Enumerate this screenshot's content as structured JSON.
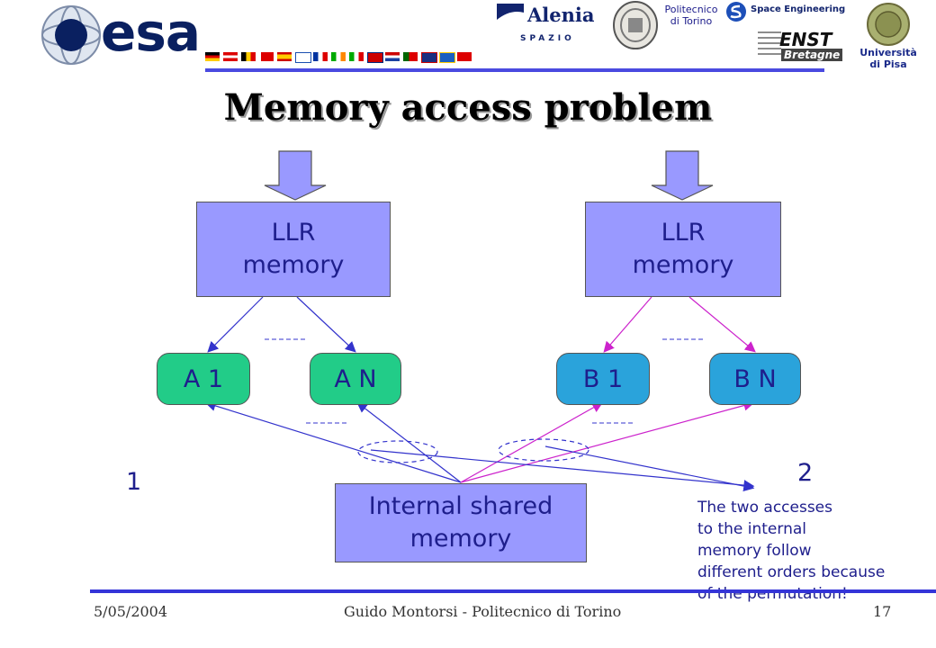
{
  "header": {
    "esa_logo_text": "esa",
    "alenia_text": "Alenia",
    "spazio_text": "SPAZIO",
    "polito_line1": "Politecnico",
    "polito_line2": "di Torino",
    "space_eng_text": "Space Engineering",
    "enst_text": "ENST",
    "bretagne_text": "Bretagne",
    "pisa_line1": "Università",
    "pisa_line2": "di Pisa"
  },
  "slide": {
    "title": "Memory access problem",
    "llr_left_line1": "LLR",
    "llr_left_line2": "memory",
    "llr_right_line1": "LLR",
    "llr_right_line2": "memory",
    "a1": "A 1",
    "an": "A N",
    "b1": "B 1",
    "bn": "B N",
    "shared_line1": "Internal shared",
    "shared_line2": "memory",
    "label_1": "1",
    "label_2": "2",
    "note_lines": [
      "The two accesses",
      "to the internal",
      "memory follow",
      "different orders because",
      "of the permutation!"
    ]
  },
  "footer": {
    "date": "5/05/2004",
    "author": "Guido Montorsi - Politecnico di Torino",
    "page": "17"
  },
  "colors": {
    "box_fill": "#9999ff",
    "a_pill": "#22cc88",
    "b_pill": "#2aa3db",
    "a_arrows": "#3333cc",
    "b_arrows": "#cc22cc",
    "rule": "#3434d8"
  }
}
